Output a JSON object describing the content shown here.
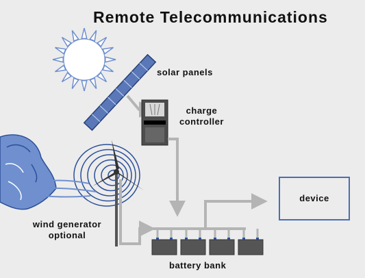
{
  "title": "Remote Telecommunications",
  "labels": {
    "solar_panels": "solar panels",
    "charge_controller_line1": "charge",
    "charge_controller_line2": "controller",
    "wind_generator_line1": "wind generator",
    "wind_generator_line2": "optional",
    "battery_bank": "battery bank",
    "device": "device"
  },
  "colors": {
    "background": "#ececec",
    "solar_panel_blue": "#5a78b8",
    "wire_gray": "#b4b4b4",
    "device_border": "#4a6eb0",
    "wind_swirl": "#2b4f97"
  }
}
